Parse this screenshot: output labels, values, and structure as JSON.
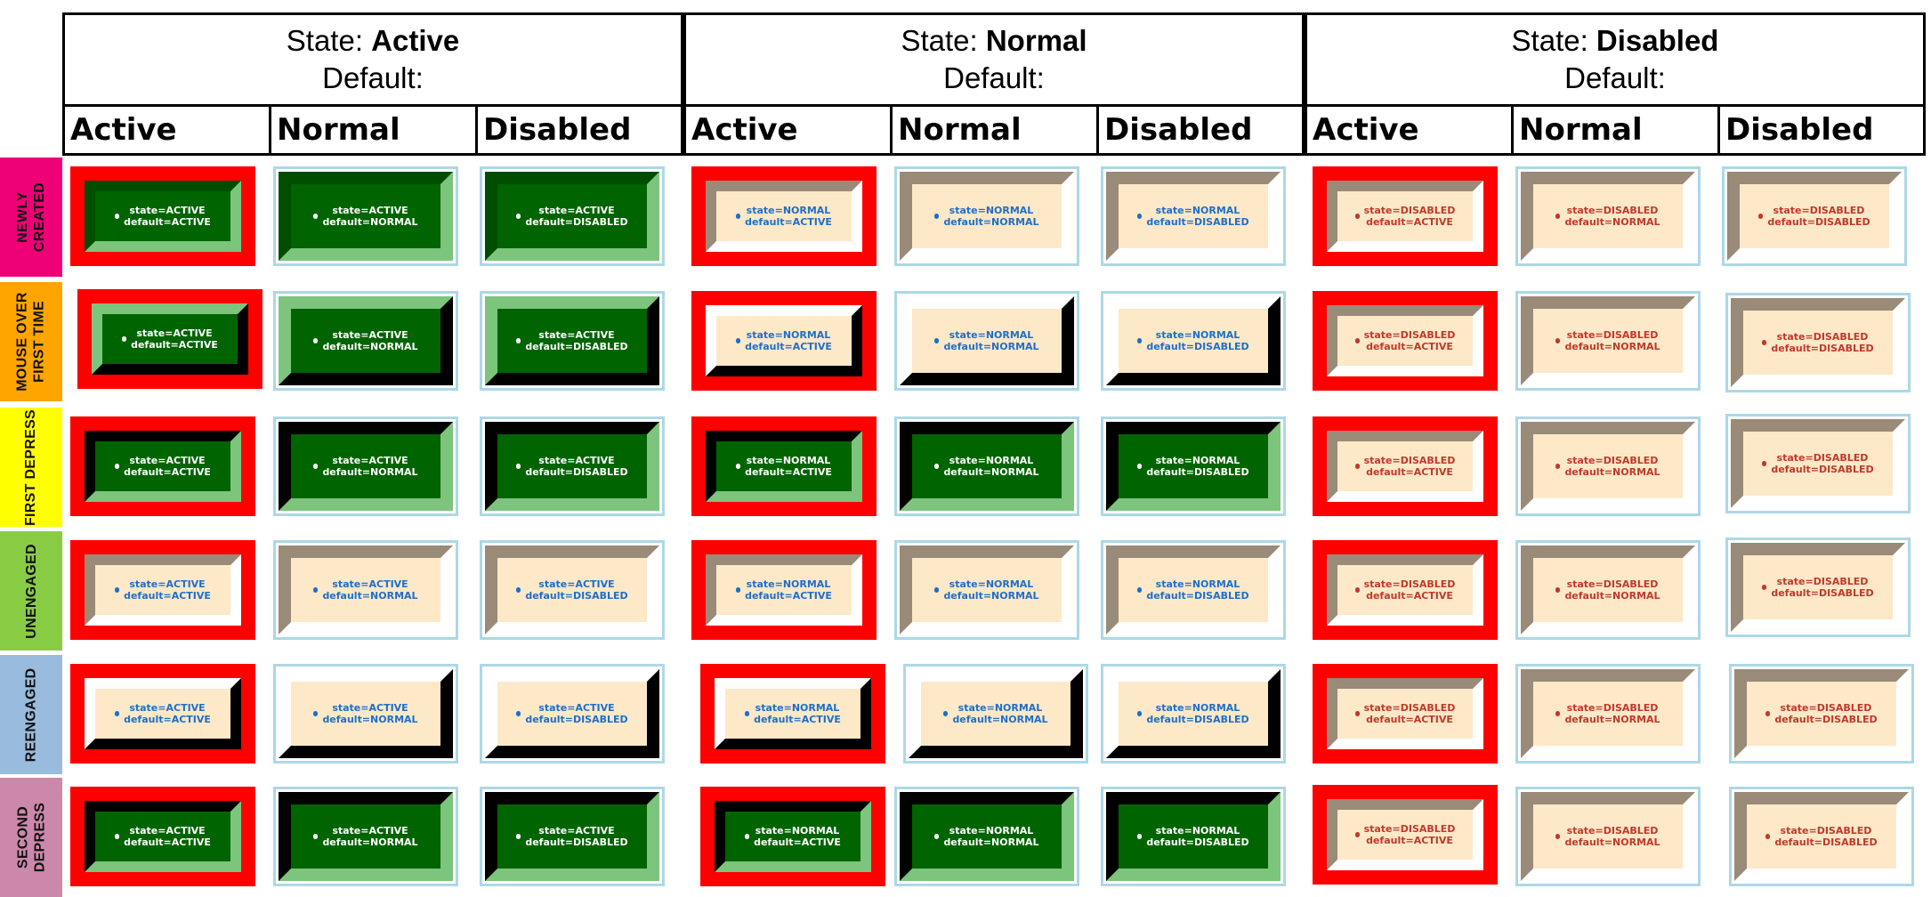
{
  "header": {
    "state_prefix": "State: ",
    "default_label": "Default:",
    "groups": [
      {
        "state": "Active",
        "columns": [
          "Active",
          "Normal",
          "Disabled"
        ]
      },
      {
        "state": "Normal",
        "columns": [
          "Active",
          "Normal",
          "Disabled"
        ]
      },
      {
        "state": "Disabled",
        "columns": [
          "Active",
          "Normal",
          "Disabled"
        ]
      }
    ]
  },
  "rows": [
    {
      "label_lines": [
        "NEWLY",
        "CREATED"
      ],
      "color": "#ee0077"
    },
    {
      "label_lines": [
        "MOUSE OVER",
        "FIRST TIME"
      ],
      "color": "#ffa500"
    },
    {
      "label_lines": [
        "FIRST DEPRESS"
      ],
      "color": "#ffff00"
    },
    {
      "label_lines": [
        "UNENGAGED"
      ],
      "color": "#88cc44"
    },
    {
      "label_lines": [
        "REENGAGED"
      ],
      "color": "#99bbdd"
    },
    {
      "label_lines": [
        "SECOND",
        "DEPRESS"
      ],
      "color": "#cc88aa"
    }
  ],
  "caption_lines": {
    "ACTIVE": [
      "state=ACTIVE",
      "default=ACTIVE"
    ],
    "ACTIVE_NORMAL": [
      "state=ACTIVE",
      "default=NORMAL"
    ],
    "ACTIVE_DISABLED": [
      "state=ACTIVE",
      "default=DISABLED"
    ]
  },
  "state_values": [
    "ACTIVE",
    "NORMAL",
    "DISABLED"
  ],
  "default_values": [
    "ACTIVE",
    "NORMAL",
    "DISABLED"
  ],
  "colors": {
    "focus_ring": "#ff0000",
    "ring_light": "#add8e6",
    "face_green": "#006400",
    "face_cream": "#fde8c8",
    "bevel_light_green": "#7dc47d",
    "bevel_taupe": "#9a8a78",
    "bevel_black": "#000000",
    "text_white": "#ffffff",
    "text_blue": "#1e6fc8",
    "text_red": "#c0392b"
  }
}
